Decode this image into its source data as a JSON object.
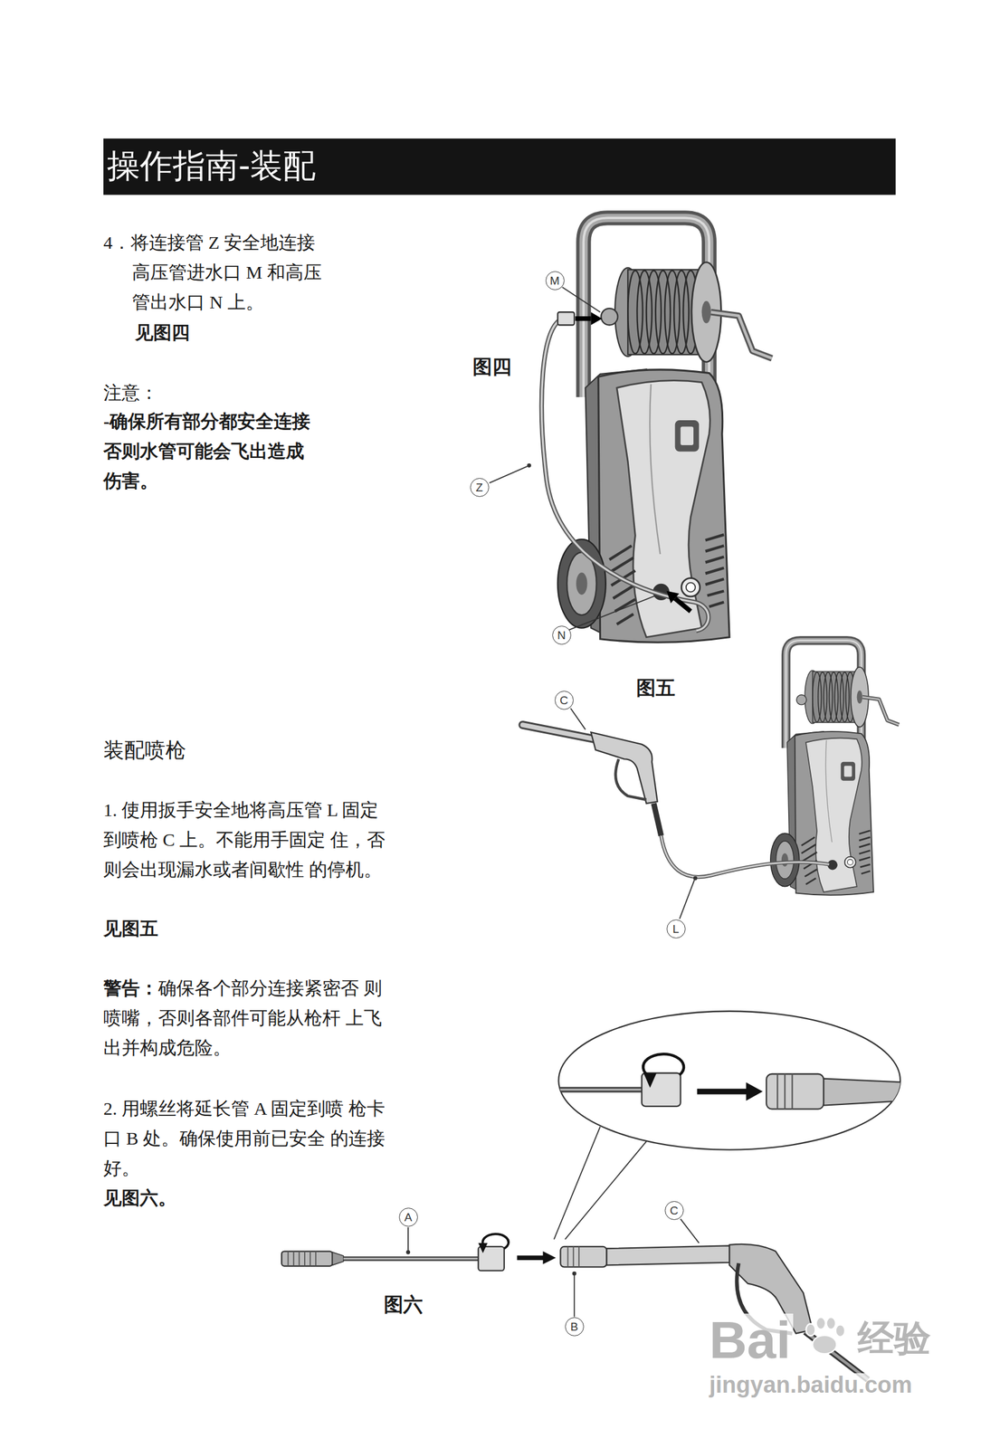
{
  "diagram": {
    "title": "操作指南-装配",
    "nodes": [
      {
        "text": [
          "M"
        ]
      },
      {
        "text": [
          "Z"
        ]
      },
      {
        "text": [
          "N"
        ]
      },
      {
        "text": [
          "C"
        ]
      },
      {
        "text": [
          "L"
        ]
      },
      {
        "text": [
          "A"
        ]
      },
      {
        "text": [
          "C"
        ]
      },
      {
        "text": [
          "B"
        ]
      }
    ],
    "labels": [
      "4．将连接管 Z 安全地连接 高压管进水口 M 和高压 管出水口 N 上。",
      "见图四",
      "图四",
      "注意：",
      "-确保所有部分都安全连接 否则水管可能会飞出造成 伤害。",
      "图五",
      "装配喷枪",
      "1. 使用扳手安全地将高压管 L 固定到喷枪 C 上。不能用手固定 住，否则会出现漏水或者间歇性 的停机。",
      "见图五",
      "警告：",
      "确保各个部分连接紧密否 则喷嘴，否则各部件可能从枪杆 上飞出并构成危险。",
      "2. 用螺丝将延长管 A 固定到喷 枪卡口 B 处。确保使用前已安全 的连接好。",
      "见图六。",
      "图六",
      "Bai",
      "经验",
      "jingyan.baidu.com"
    ]
  }
}
